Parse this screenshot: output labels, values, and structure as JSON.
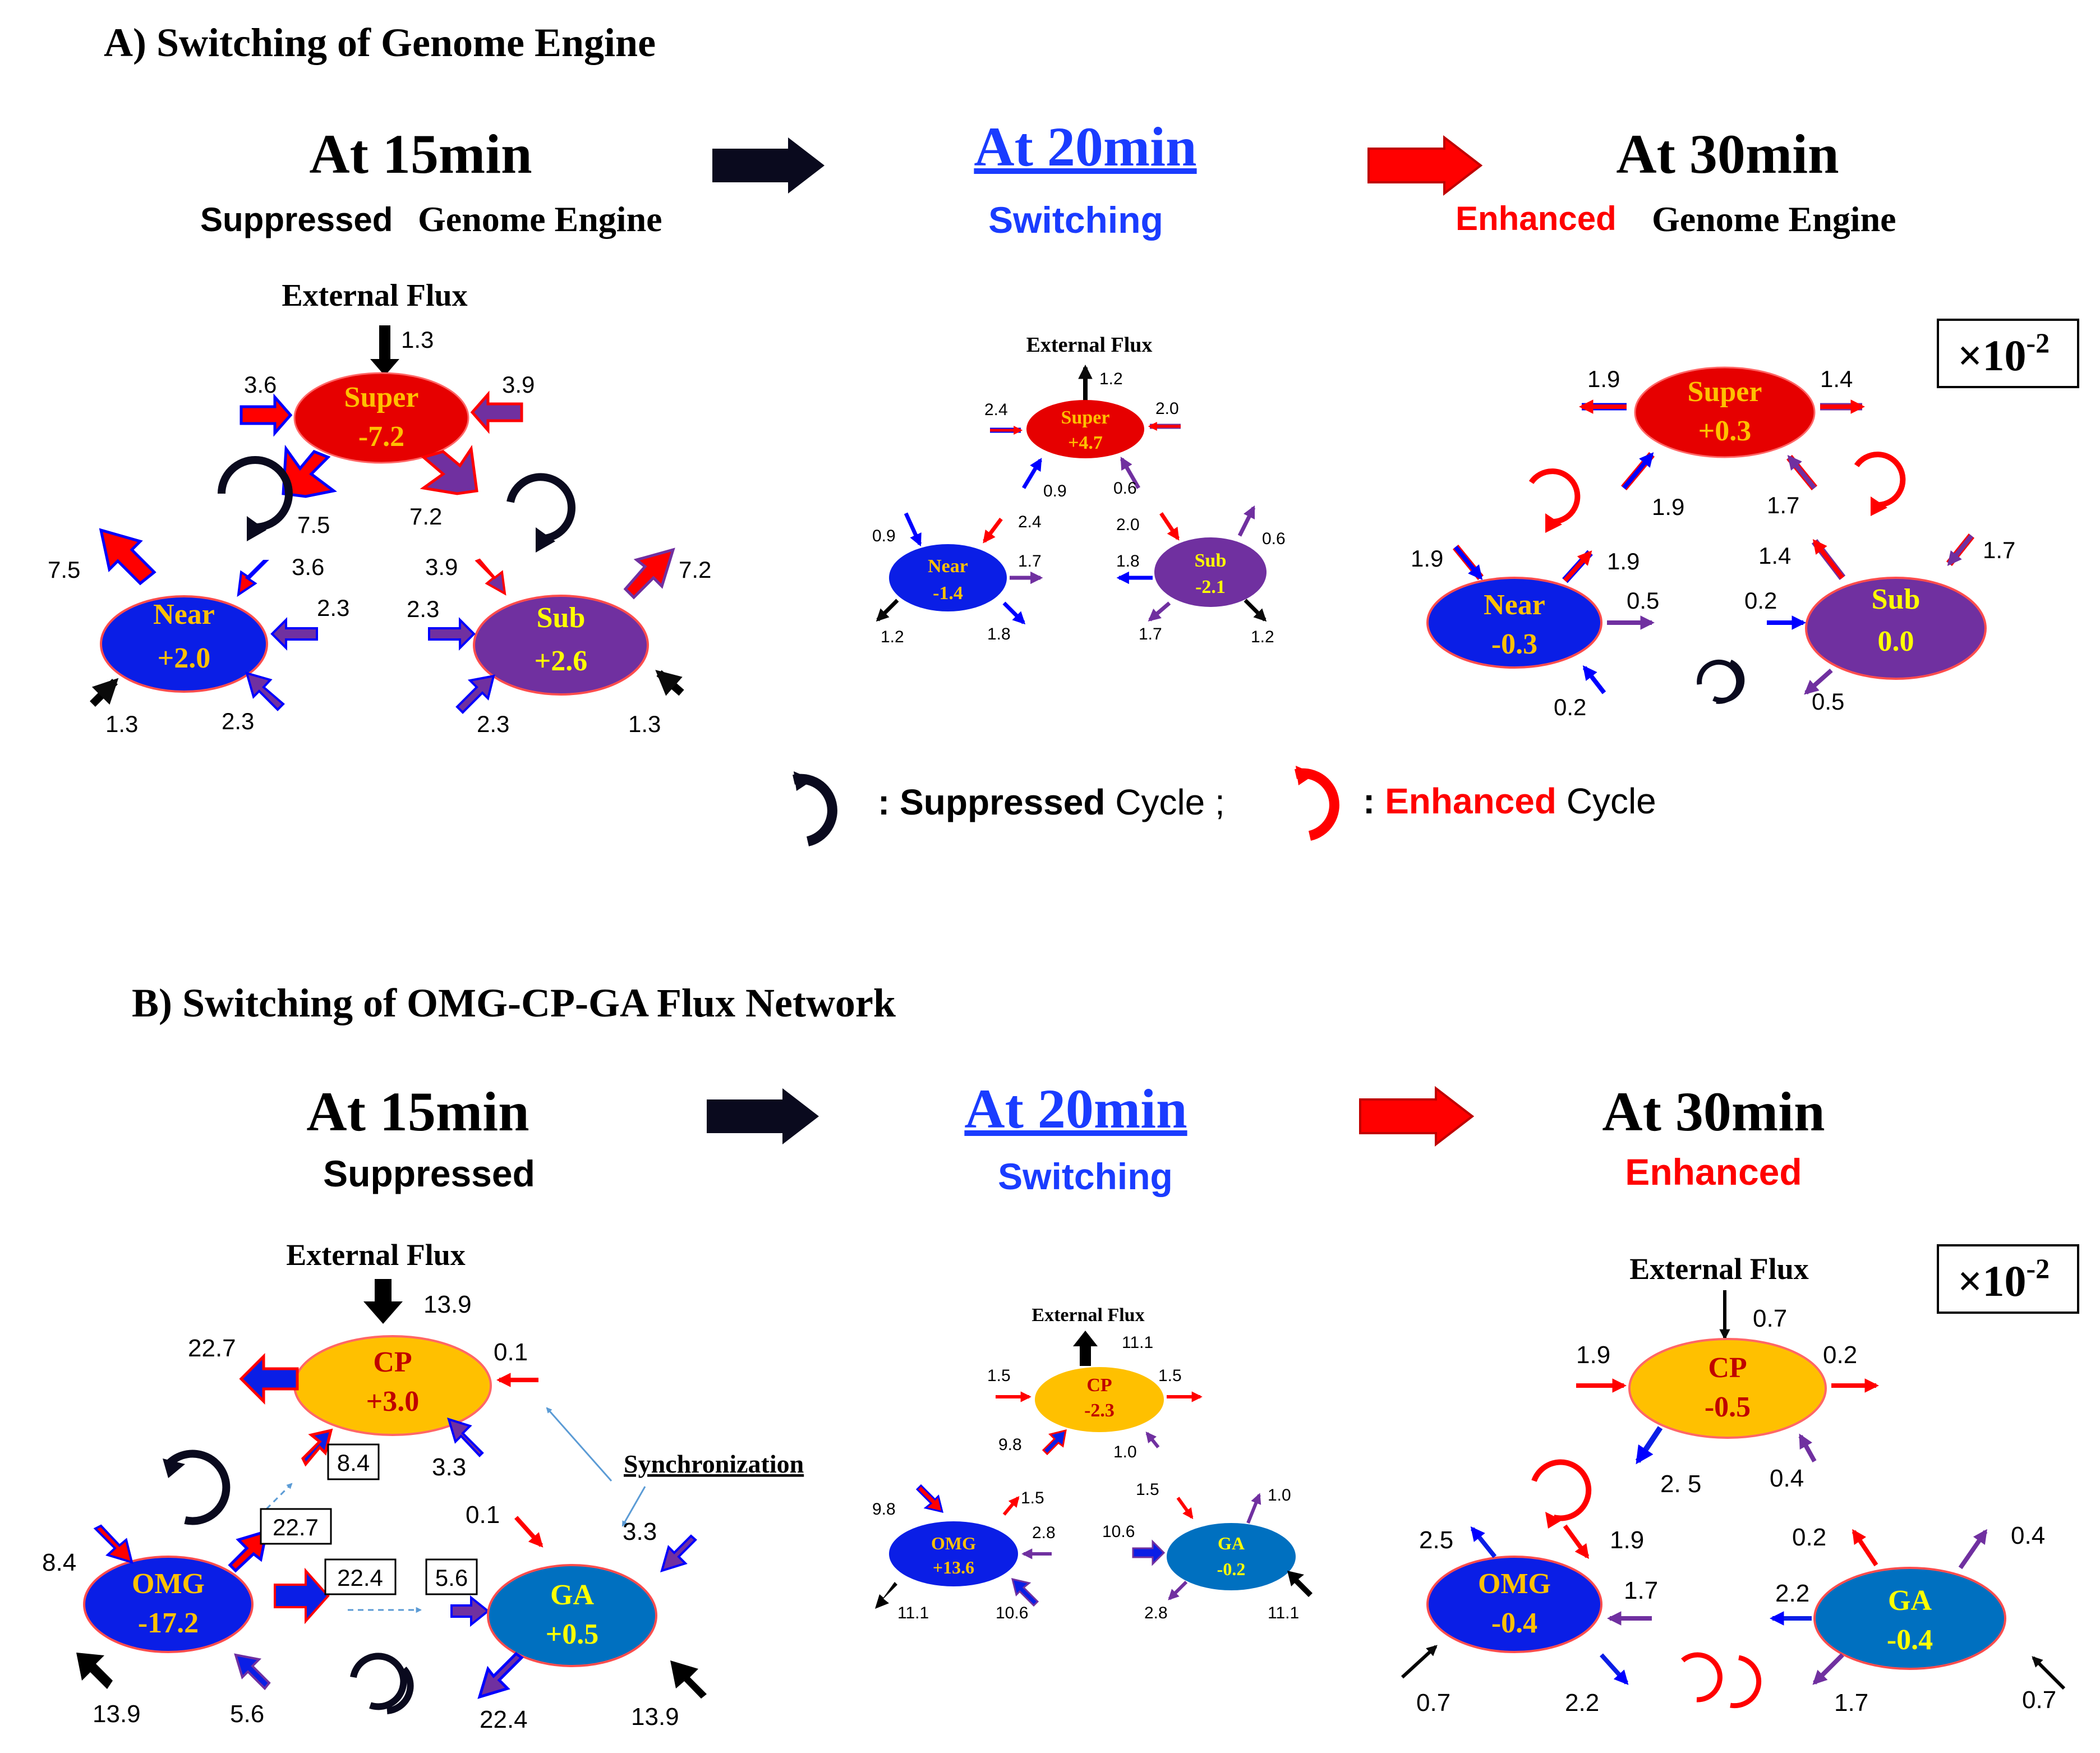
{
  "panel_a": {
    "title": "A) Switching of Genome Engine",
    "t15": "At 15min",
    "t20": "At 20min",
    "t30": "At 30min",
    "sub15_suppressed": "Suppressed",
    "sub15_engine": "Genome Engine",
    "sub20": "Switching",
    "sub30_enhanced": "Enhanced",
    "sub30_engine": "Genome Engine",
    "scale": "×10",
    "scale_exp": "-2",
    "d15": {
      "ext_label": "External Flux",
      "ext_val": "1.3",
      "super_name": "Super",
      "super_val": "-7.2",
      "near_name": "Near",
      "near_val": "+2.0",
      "sub_name": "Sub",
      "sub_val": "+2.6",
      "l_in_super": "3.6",
      "r_in_super": "3.9",
      "super_to_near": "7.5",
      "super_to_sub": "7.2",
      "near_out": "7.5",
      "near_in_top": "3.6",
      "near_in_right": "2.3",
      "near_in_bot": "2.3",
      "near_ext": "1.3",
      "sub_in_top": "3.9",
      "sub_out": "7.2",
      "sub_in_left": "2.3",
      "sub_in_bot": "2.3",
      "sub_ext": "1.3"
    },
    "d20": {
      "ext_label": "External Flux",
      "ext_val": "1.2",
      "super_name": "Super",
      "super_val": "+4.7",
      "near_name": "Near",
      "near_val": "-1.4",
      "sub_name": "Sub",
      "sub_val": "-2.1",
      "s_left": "2.4",
      "s_right": "2.0",
      "s_bl": "0.9",
      "s_br": "0.6",
      "n_tl": "0.9",
      "n_tr": "2.4",
      "n_r": "1.7",
      "n_br": "1.8",
      "n_ext": "1.2",
      "u_tl": "2.0",
      "u_tr": "0.6",
      "u_l": "1.8",
      "u_bl": "1.7",
      "u_ext": "1.2"
    },
    "d30": {
      "super_name": "Super",
      "super_val": "+0.3",
      "near_name": "Near",
      "near_val": "-0.3",
      "sub_name": "Sub",
      "sub_val": "0.0",
      "s_left": "1.9",
      "s_right": "1.4",
      "s_bl": "1.9",
      "s_br": "1.7",
      "n_tl": "1.9",
      "n_tr": "1.9",
      "n_r": "0.5",
      "n_b": "0.2",
      "u_tl": "1.4",
      "u_tr": "1.7",
      "u_l": "0.2",
      "u_b": "0.5"
    },
    "legend_colon1": ": ",
    "legend_suppressed": "Suppressed",
    "legend_cycle1": " Cycle ;",
    "legend_colon2": ": ",
    "legend_enhanced": "Enhanced",
    "legend_cycle2": " Cycle"
  },
  "panel_b": {
    "title": "B) Switching of OMG-CP-GA Flux Network",
    "t15": "At 15min",
    "t20": "At 20min",
    "t30": "At 30min",
    "sub15": "Suppressed",
    "sub20": "Switching",
    "sub30": "Enhanced",
    "scale": "×10",
    "scale_exp": "-2",
    "d15": {
      "ext_label": "External Flux",
      "ext_val": "13.9",
      "cp_name": "CP",
      "cp_val": "+3.0",
      "omg_name": "OMG",
      "omg_val": "-17.2",
      "ga_name": "GA",
      "ga_val": "+0.5",
      "cp_out": "22.7",
      "cp_in_r": "0.1",
      "cp_in_br": "3.3",
      "box_84": "8.4",
      "sync": "Synchronization",
      "omg_in_tl": "8.4",
      "box_227": "22.7",
      "box_224": "22.4",
      "box_56": "5.6",
      "ga_in_tl": "0.1",
      "ga_in_tr": "3.3",
      "omg_ext": "13.9",
      "omg_in_b": "5.6",
      "ga_out": "22.4",
      "ga_ext": "13.9"
    },
    "d20": {
      "ext_label": "External Flux",
      "ext_val": "11.1",
      "cp_name": "CP",
      "cp_val": "-2.3",
      "omg_name": "OMG",
      "omg_val": "+13.6",
      "ga_name": "GA",
      "ga_val": "-0.2",
      "c_l": "1.5",
      "c_r": "1.5",
      "c_bl": "9.8",
      "c_br": "1.0",
      "o_tl": "9.8",
      "o_tr": "1.5",
      "o_r": "2.8",
      "o_ext": "11.1",
      "o_b": "10.6",
      "g_tl": "1.5",
      "g_tr": "1.0",
      "g_l": "10.6",
      "g_bl": "2.8",
      "g_ext": "11.1"
    },
    "d30": {
      "ext_label": "External Flux",
      "ext_val": "0.7",
      "cp_name": "CP",
      "cp_val": "-0.5",
      "omg_name": "OMG",
      "omg_val": "-0.4",
      "ga_name": "GA",
      "ga_val": "-0.4",
      "c_l": "1.9",
      "c_r": "0.2",
      "c_bl": "2. 5",
      "c_br": "0.4",
      "o_tl": "2.5",
      "o_tr": "1.9",
      "o_r": "1.7",
      "o_ext": "0.7",
      "o_b": "2.2",
      "g_tl": "0.2",
      "g_tr": "0.4",
      "g_l": "2.2",
      "g_bl": "1.7",
      "g_ext": "0.7"
    }
  },
  "colors": {
    "black": "#0a0a0a",
    "red": "#ff0000",
    "blue": "#0000ff",
    "switch_blue": "#1a3cff",
    "purple": "#7030a0",
    "super_fill": "#e60000",
    "node_blue": "#0a1ee6",
    "sub_purple": "#7030a0",
    "cp_fill": "#ffc000",
    "ga_fill": "#0070c0",
    "val_yellow": "#ffff00",
    "name_orange": "#ffc000",
    "cp_text": "#c00000"
  }
}
